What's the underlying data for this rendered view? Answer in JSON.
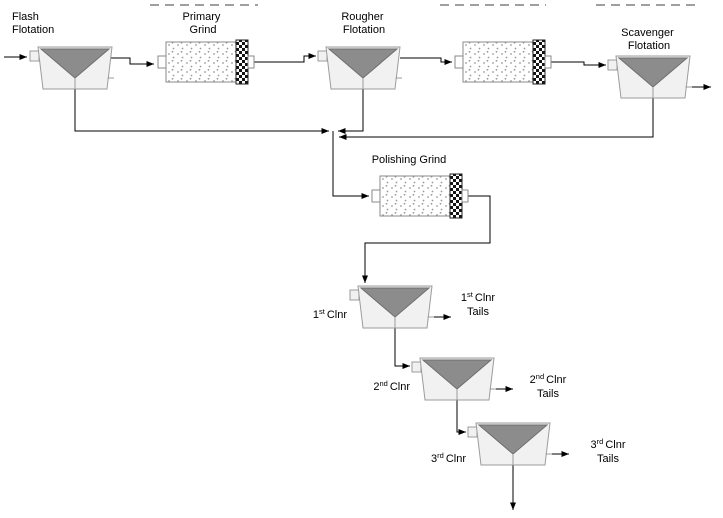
{
  "diagram": {
    "units": {
      "flash_flotation": {
        "line1": "Flash",
        "line2": "Flotation"
      },
      "primary_grind": {
        "line1": "Primary",
        "line2": "Grind"
      },
      "rougher_flotation": {
        "line1": "Rougher",
        "line2": "Flotation"
      },
      "scavenger_flotation": {
        "line1": "Scavenger",
        "line2": "Flotation"
      },
      "polishing_grind": {
        "label": "Polishing Grind"
      },
      "cleaner1": {
        "num": "1",
        "ord": "st",
        "name": "Clnr"
      },
      "cleaner2": {
        "num": "2",
        "ord": "nd",
        "name": "Clnr"
      },
      "cleaner3": {
        "num": "3",
        "ord": "rd",
        "name": "Clnr"
      }
    },
    "streams": {
      "cleaner1_tails": {
        "num": "1",
        "ord": "st",
        "name": "Clnr",
        "word": "Tails"
      },
      "cleaner2_tails": {
        "num": "2",
        "ord": "nd",
        "name": "Clnr",
        "word": "Tails"
      },
      "cleaner3_tails": {
        "num": "3",
        "ord": "rd",
        "name": "Clnr",
        "word": "Tails"
      }
    }
  },
  "colors": {
    "background": "#ffffff",
    "line": "#000000",
    "froth": "#8c8c8c",
    "froth_stroke": "#6e6e6e",
    "tank_fill": "#f1f1f1",
    "tank_stroke": "#9b9b9b",
    "mill_stroke": "#8a8a8a",
    "checker_dark": "#141414",
    "dot": "#9b9b9b",
    "dash_line": "#666666"
  }
}
